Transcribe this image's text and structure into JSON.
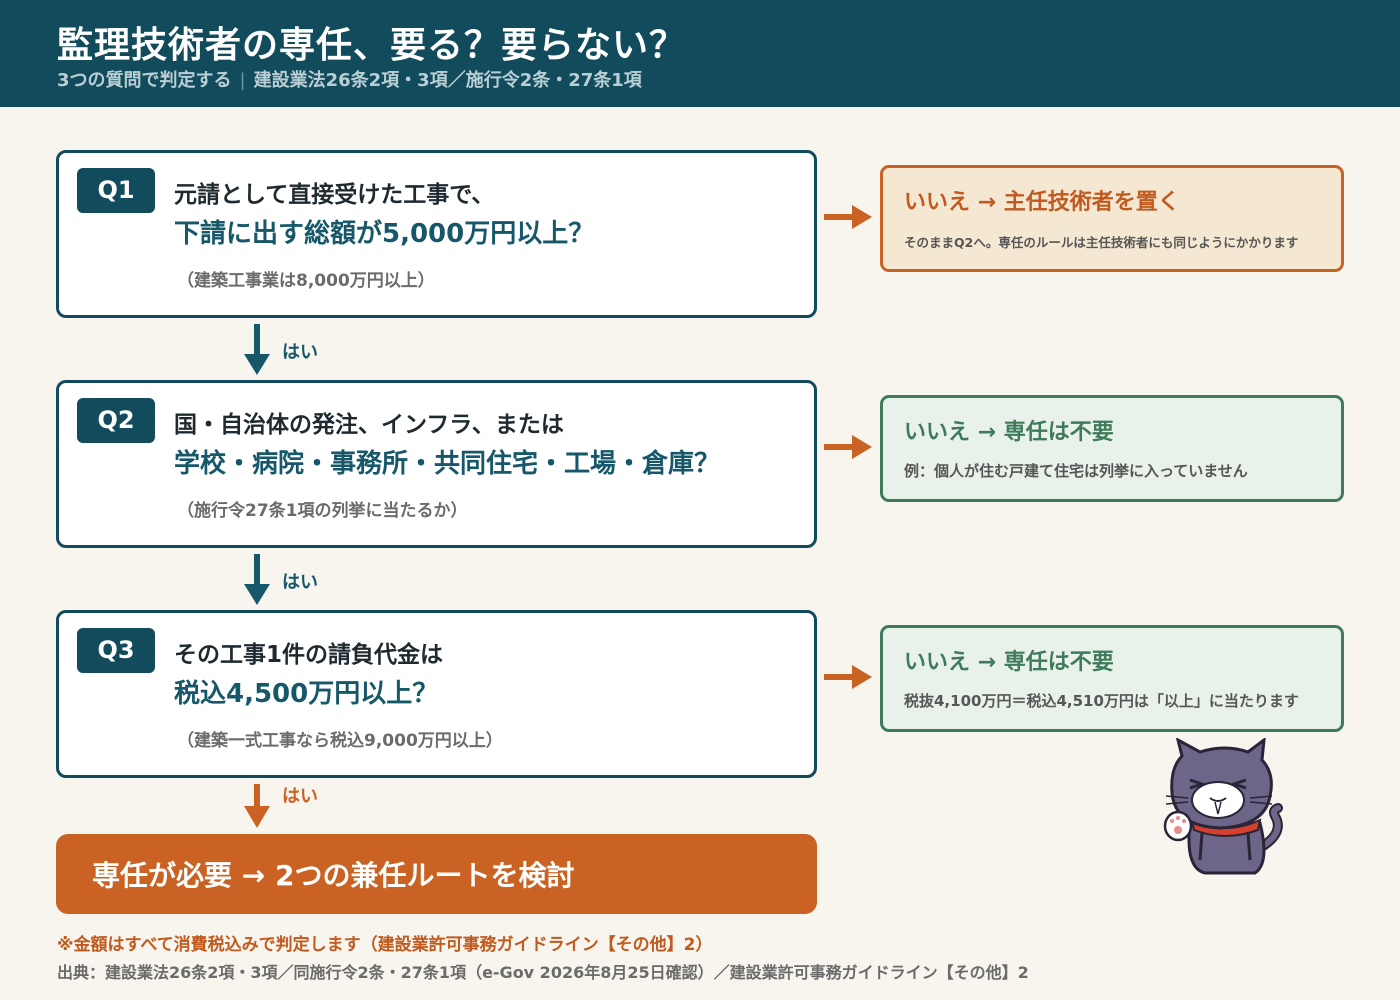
{
  "header": {
    "title": "監理技術者の専任、要る？要らない？",
    "subtitle_left": "3つの質問で判定する",
    "subtitle_sep": "|",
    "subtitle_right": "建設業法26条2項・3項／施行令2条・27条1項"
  },
  "questions": [
    {
      "badge": "Q1",
      "line1": "元請として直接受けた工事で、",
      "line2": "下請に出す総額が5,000万円以上？",
      "note": "（建築工事業は8,000万円以上）",
      "yes_label": "はい",
      "no": {
        "title": "いいえ → 主任技術者を置く",
        "note": "そのままQ2へ。専任のルールは主任技術者にも同じようにかかります",
        "color": "#c96222"
      }
    },
    {
      "badge": "Q2",
      "line1": "国・自治体の発注、インフラ、または",
      "line2": "学校・病院・事務所・共同住宅・工場・倉庫？",
      "note": "（施行令27条1項の列挙に当たるか）",
      "yes_label": "はい",
      "no": {
        "title": "いいえ → 専任は不要",
        "note": "例：個人が住む戸建て住宅は列挙に入っていません",
        "color": "#3f7a5a"
      }
    },
    {
      "badge": "Q3",
      "line1": "その工事1件の請負代金は",
      "line2": "税込4,500万円以上？",
      "note": "（建築一式工事なら税込9,000万円以上）",
      "yes_label": "はい",
      "no": {
        "title": "いいえ → 専任は不要",
        "note": "税抜4,100万円＝税込4,510万円は「以上」に当たります",
        "color": "#3f7a5a"
      }
    }
  ],
  "result": {
    "text": "専任が必要 → 2つの兼任ルートを検討",
    "color": "#c96222"
  },
  "footnote": "※金額はすべて消費税込みで判定します（建設業許可事務ガイドライン【その他】2）",
  "source": "出典：建設業法26条2項・3項／同施行令2条・27条1項（e-Gov 2026年8月25日確認）／建設業許可事務ガイドライン【その他】2",
  "colors": {
    "primary": "#124b5b",
    "accent": "#c96222",
    "green": "#3f7a5a",
    "background": "#f8f5ee"
  },
  "icons": {
    "down_arrow": "down-arrow-icon",
    "right_arrow": "right-arrow-icon",
    "mascot": "cat-mascot-icon"
  }
}
